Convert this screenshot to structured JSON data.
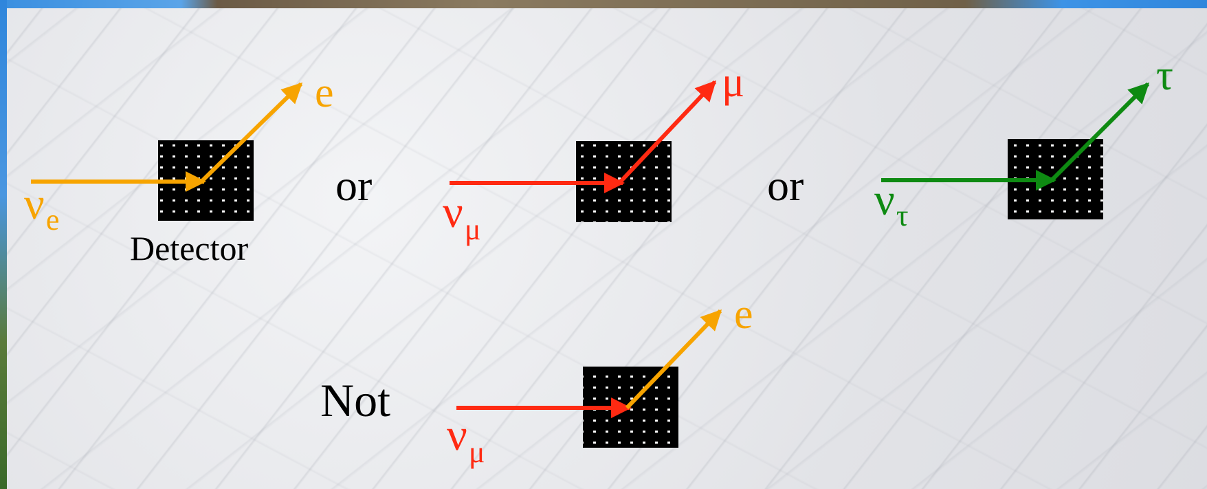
{
  "colors": {
    "electron": "#f7a400",
    "muon": "#ff2a12",
    "tau": "#0e8a12",
    "detector": "#000000",
    "text": "#000000"
  },
  "panels": [
    {
      "neutrino": {
        "symbol": "ν",
        "subscript": "e"
      },
      "outgoing": "e",
      "detector_label": "Detector"
    },
    {
      "neutrino": {
        "symbol": "ν",
        "subscript": "μ"
      },
      "outgoing": "μ"
    },
    {
      "neutrino": {
        "symbol": "ν",
        "subscript": "τ"
      },
      "outgoing": "τ"
    },
    {
      "neutrino": {
        "symbol": "ν",
        "subscript": "μ"
      },
      "outgoing": "e"
    }
  ],
  "connectors": {
    "or_1": "or",
    "or_2": "or",
    "not": "Not"
  }
}
